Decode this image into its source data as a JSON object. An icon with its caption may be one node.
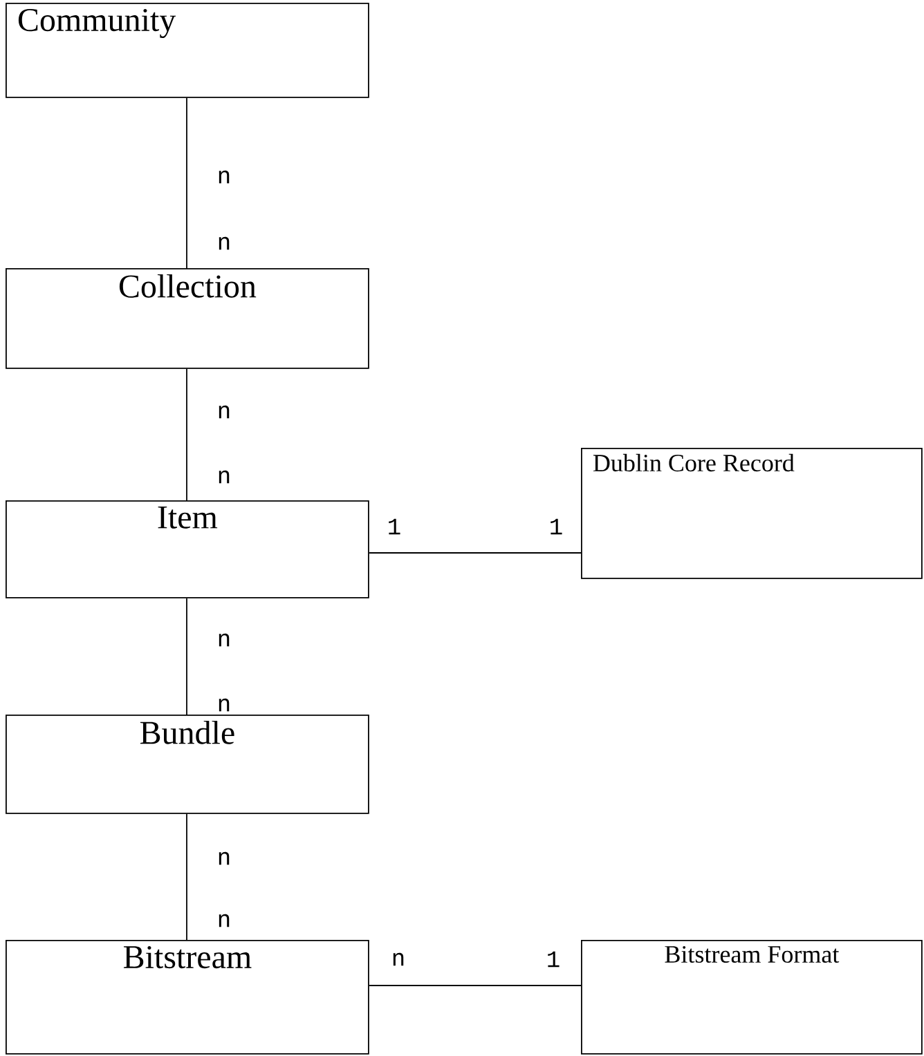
{
  "diagram": {
    "nodes": [
      {
        "text": [
          "Community"
        ]
      },
      {
        "text": [
          "Collection"
        ]
      },
      {
        "text": [
          "Item"
        ]
      },
      {
        "text": [
          "Dublin Core Record"
        ]
      },
      {
        "text": [
          "Bundle"
        ]
      },
      {
        "text": [
          "Bitstream"
        ]
      },
      {
        "text": [
          "Bitstream Format"
        ]
      }
    ],
    "edges": [
      {
        "from": 0,
        "to": 1,
        "arrow": "none"
      },
      {
        "from": 1,
        "to": 2,
        "arrow": "none"
      },
      {
        "from": 2,
        "to": 3,
        "arrow": "none"
      },
      {
        "from": 2,
        "to": 4,
        "arrow": "none"
      },
      {
        "from": 4,
        "to": 5,
        "arrow": "none"
      },
      {
        "from": 5,
        "to": 6,
        "arrow": "none"
      }
    ],
    "labels": [
      "n",
      "n",
      "n",
      "n",
      "1",
      "1",
      "n",
      "n",
      "n",
      "n",
      "n",
      "1"
    ]
  }
}
